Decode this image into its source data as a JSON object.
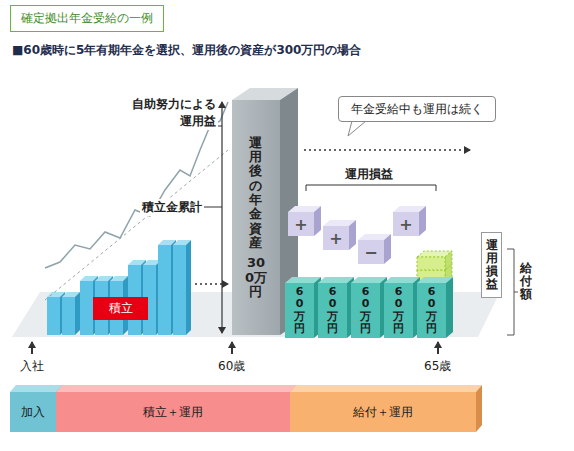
{
  "diagram": {
    "title": "確定拠出年金受給の一例",
    "nodes": [
      {
        "text": [
          "積立"
        ]
      },
      {
        "text": [
          "運用後の年金資産",
          "300万円"
        ]
      },
      {
        "text": [
          "年金受給中も運用は続く"
        ]
      },
      {
        "text": [
          "+"
        ]
      },
      {
        "text": [
          "+"
        ]
      },
      {
        "text": [
          "−"
        ]
      },
      {
        "text": [
          "+"
        ]
      },
      {
        "text": [
          "60万円"
        ]
      },
      {
        "text": [
          "60万円"
        ]
      },
      {
        "text": [
          "60万円"
        ]
      },
      {
        "text": [
          "60万円"
        ]
      },
      {
        "text": [
          "60万円"
        ]
      },
      {
        "text": [
          "運用損益"
        ]
      },
      {
        "text": [
          "加入"
        ]
      },
      {
        "text": [
          "積立＋運用"
        ]
      },
      {
        "text": [
          "給付＋運用"
        ]
      }
    ],
    "labels": [
      "■60歳時に5年有期年金を選択、運用後の資産が300万円の場合",
      "自助努力による運用益",
      "積立金累計",
      "運用損益",
      "給付額",
      "入社",
      "60歳",
      "65歳"
    ]
  }
}
